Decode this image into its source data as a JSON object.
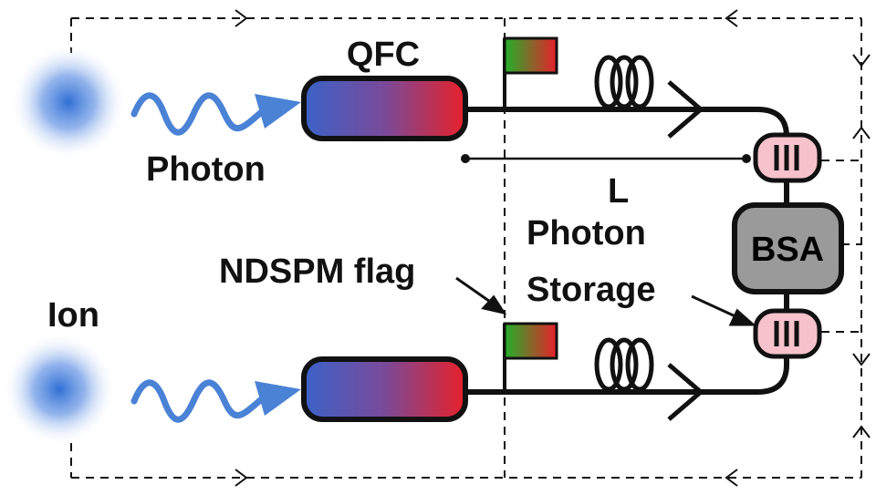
{
  "labels": {
    "qfc": "QFC",
    "photon": "Photon",
    "ion": "Ion",
    "ndspm_flag": "NDSPM flag",
    "length": "L",
    "photon_storage_line1": "Photon",
    "photon_storage_line2": "Storage",
    "bsa": "BSA"
  },
  "colors": {
    "ion_blue": "#2f6fd6",
    "photon_arrow": "#4a82d6",
    "qfc_left": "#3b62c8",
    "qfc_right": "#e8202a",
    "flag_green": "#22b02a",
    "flag_red": "#e8202a",
    "memory_pink": "#f7c2cc",
    "bsa_gray": "#9a9a9a",
    "line": "#111111"
  }
}
